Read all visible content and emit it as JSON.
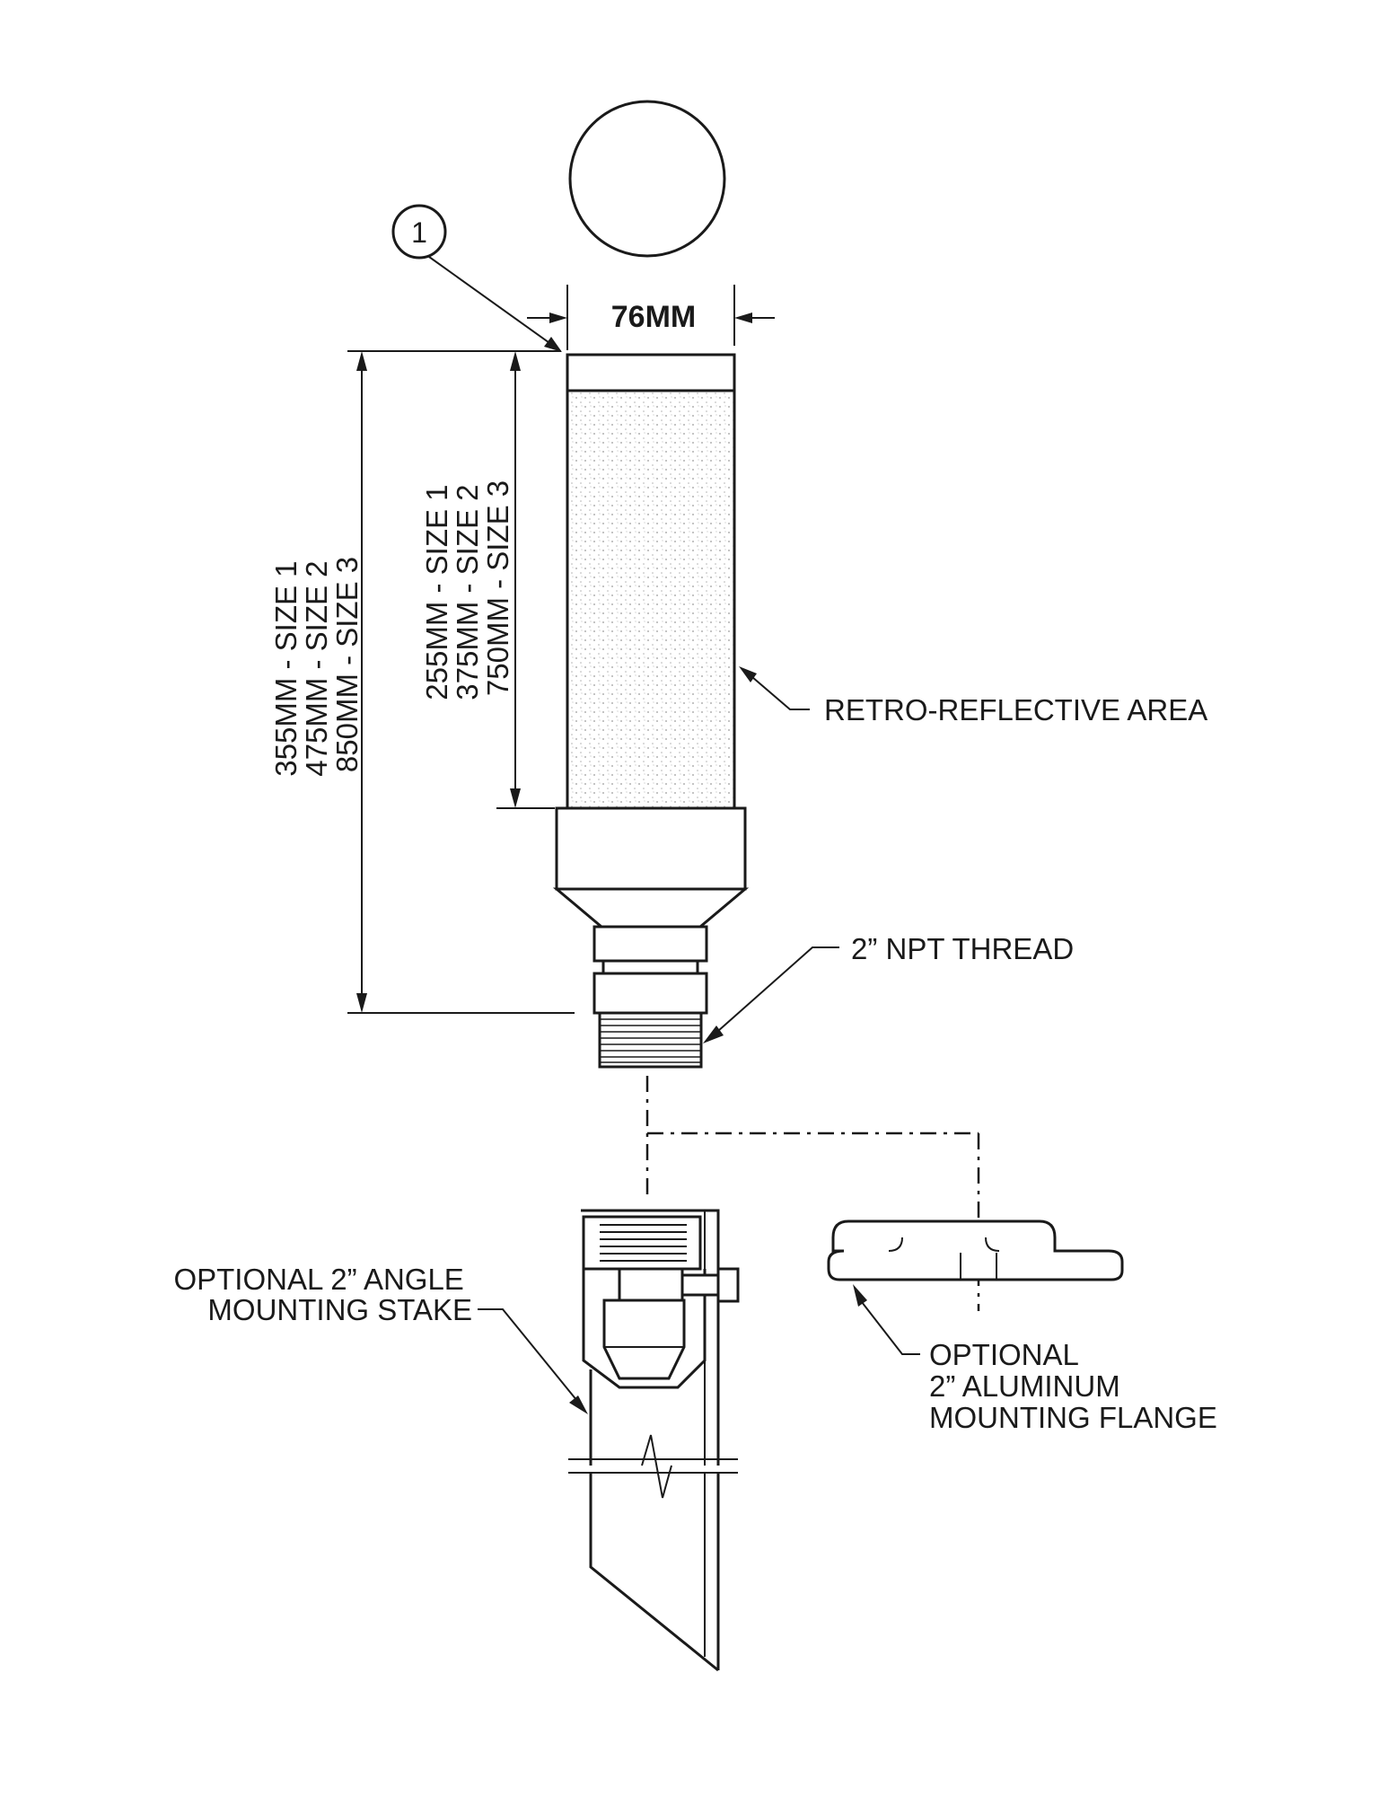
{
  "colors": {
    "line": "#1a1a1a",
    "background": "#ffffff",
    "reflective_fill": "#eeeeee"
  },
  "callout": {
    "number": "1"
  },
  "dimensions": {
    "width": "76MM",
    "total_height": [
      "355MM - SIZE 1",
      "475MM - SIZE 2",
      "850MM - SIZE 3"
    ],
    "reflective_height": [
      "255MM - SIZE 1",
      "375MM - SIZE 2",
      "750MM - SIZE 3"
    ]
  },
  "labels": {
    "reflective": "RETRO-REFLECTIVE AREA",
    "thread": "2” NPT THREAD",
    "stake": [
      "OPTIONAL 2” ANGLE",
      "MOUNTING STAKE"
    ],
    "flange": [
      "OPTIONAL",
      "2” ALUMINUM",
      "MOUNTING FLANGE"
    ]
  }
}
